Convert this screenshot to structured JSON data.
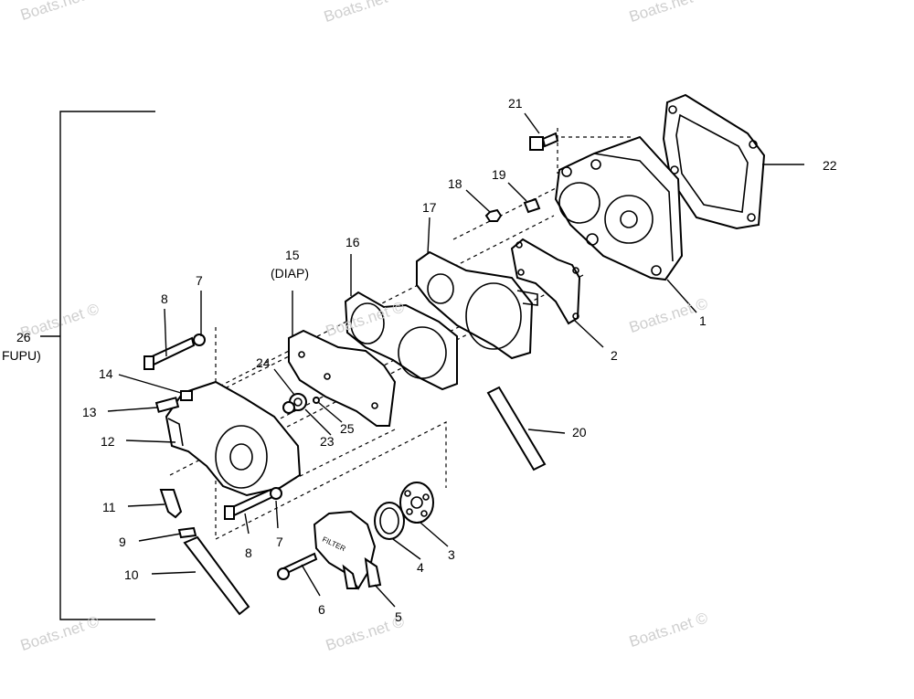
{
  "watermark": "Boats.net ©",
  "assembly": {
    "number": "26",
    "name": "FUPU)"
  },
  "callouts": [
    {
      "key": "1",
      "text": "1"
    },
    {
      "key": "2",
      "text": "2"
    },
    {
      "key": "3",
      "text": "3"
    },
    {
      "key": "4",
      "text": "4"
    },
    {
      "key": "5",
      "text": "5"
    },
    {
      "key": "6",
      "text": "6"
    },
    {
      "key": "7a",
      "text": "7"
    },
    {
      "key": "7b",
      "text": "7"
    },
    {
      "key": "8a",
      "text": "8"
    },
    {
      "key": "8b",
      "text": "8"
    },
    {
      "key": "9",
      "text": "9"
    },
    {
      "key": "10",
      "text": "10"
    },
    {
      "key": "11",
      "text": "11"
    },
    {
      "key": "12",
      "text": "12"
    },
    {
      "key": "13",
      "text": "13"
    },
    {
      "key": "14",
      "text": "14"
    },
    {
      "key": "15",
      "text": "15"
    },
    {
      "key": "15sub",
      "text": "(DIAP)"
    },
    {
      "key": "16",
      "text": "16"
    },
    {
      "key": "17",
      "text": "17"
    },
    {
      "key": "18",
      "text": "18"
    },
    {
      "key": "19",
      "text": "19"
    },
    {
      "key": "20",
      "text": "20"
    },
    {
      "key": "21",
      "text": "21"
    },
    {
      "key": "22",
      "text": "22"
    },
    {
      "key": "23",
      "text": "23"
    },
    {
      "key": "24",
      "text": "24"
    },
    {
      "key": "25",
      "text": "25"
    }
  ],
  "filter_cap_text": "FILTER"
}
